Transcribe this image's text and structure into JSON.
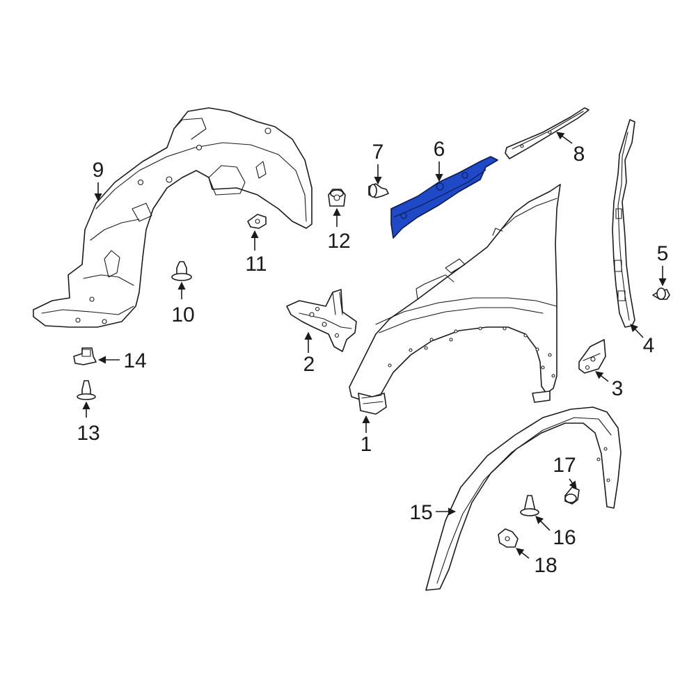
{
  "colors": {
    "line": "#1a1a1a",
    "background": "#ffffff",
    "highlight": "#1f49c7"
  },
  "highlighted_part": "6",
  "callouts": {
    "c1": "1",
    "c2": "2",
    "c3": "3",
    "c4": "4",
    "c5": "5",
    "c6": "6",
    "c7": "7",
    "c8": "8",
    "c9": "9",
    "c10": "10",
    "c11": "11",
    "c12": "12",
    "c13": "13",
    "c14": "14",
    "c15": "15",
    "c16": "16",
    "c17": "17",
    "c18": "18"
  }
}
